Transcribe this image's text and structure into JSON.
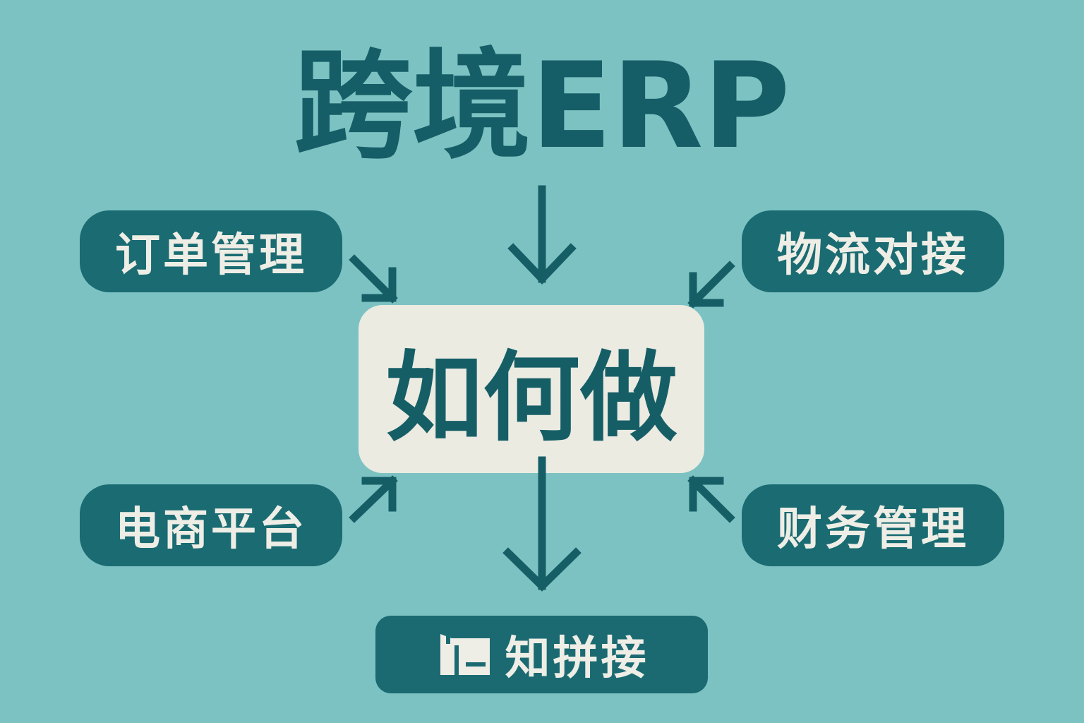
{
  "title": "跨境ERP",
  "center": {
    "label": "如何做"
  },
  "nodes": {
    "top_left": "订单管理",
    "top_right": "物流对接",
    "bottom_left": "电商平台",
    "bottom_right": "财务管理"
  },
  "bottom": {
    "label": "知拼接",
    "icon": "box-icon"
  },
  "colors": {
    "background": "#7cc2c2",
    "accent": "#1a6b72",
    "title": "#155e67",
    "center_box": "#ebebe2",
    "light_text": "#eeeee6"
  }
}
